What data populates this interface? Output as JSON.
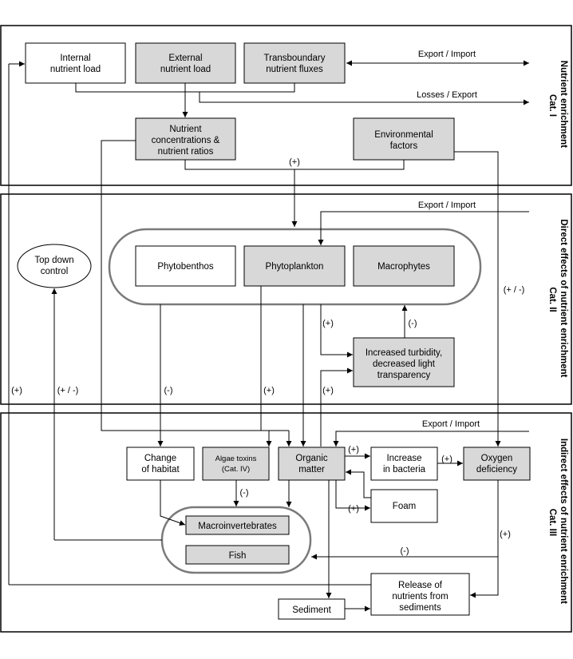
{
  "panels": {
    "cat1": {
      "line1": "Nutrient enrichment",
      "line2": "Cat. I"
    },
    "cat2": {
      "line1": "Direct effects of nutrient enrichment",
      "line2": "Cat. II"
    },
    "cat3": {
      "line1": "Indirect effects of nutrient enrichment",
      "line2": "Cat. III"
    }
  },
  "nodes": {
    "internal_load": [
      "Internal",
      "nutrient load"
    ],
    "external_load": [
      "External",
      "nutrient load"
    ],
    "transboundary": [
      "Transboundary",
      "nutrient fluxes"
    ],
    "concentrations": [
      "Nutrient",
      "concentrations &",
      "nutrient ratios"
    ],
    "environmental": [
      "Environmental",
      "factors"
    ],
    "top_down": [
      "Top down",
      "control"
    ],
    "phytobenthos": [
      "Phytobenthos"
    ],
    "phytoplankton": [
      "Phytoplankton"
    ],
    "macrophytes": [
      "Macrophytes"
    ],
    "turbidity": [
      "Increased turbidity,",
      "decreased light",
      "transparency"
    ],
    "change_habitat": [
      "Change",
      "of habitat"
    ],
    "algae_toxins": [
      "Algae toxins",
      "(Cat. IV)"
    ],
    "organic_matter": [
      "Organic",
      "matter"
    ],
    "bacteria": [
      "Increase",
      "in bacteria"
    ],
    "oxygen": [
      "Oxygen",
      "deficiency"
    ],
    "foam": [
      "Foam"
    ],
    "macroinvertebrates": [
      "Macroinvertebrates"
    ],
    "fish": [
      "Fish"
    ],
    "release": [
      "Release of",
      "nutrients from",
      "sediments"
    ],
    "sediment": [
      "Sediment"
    ]
  },
  "labels": {
    "export_import_1": "Export / Import",
    "losses_export": "Losses / Export",
    "export_import_2": "Export / Import",
    "export_import_3": "Export / Import",
    "plus_env": "(+)",
    "plus_minus_right": "(+ / -)",
    "plus_turb": "(+)",
    "minus_turb": "(-)",
    "plus_left": "(+)",
    "plus_minus_topdown": "(+ / -)",
    "minus_benthos": "(-)",
    "plus_plankton": "(+)",
    "plus_organic": "(+)",
    "plus_om_bact": "(+)",
    "plus_bact_oxy": "(+)",
    "plus_om_foam": "(+)",
    "minus_toxins": "(-)",
    "plus_oxy": "(+)",
    "minus_oxy_fish": "(-)"
  }
}
